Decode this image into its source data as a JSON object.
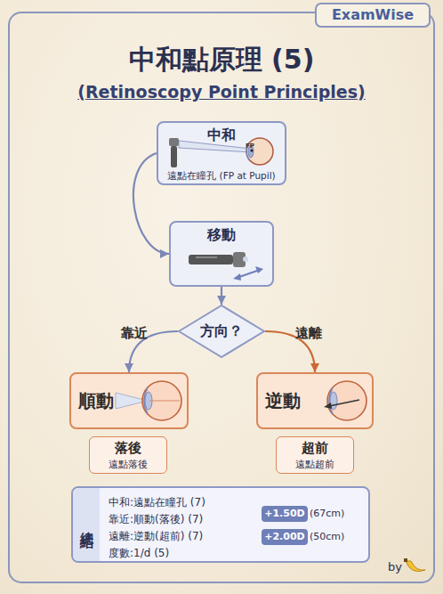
{
  "diagram": {
    "title": "中和點原理 (5)",
    "nodes": [
      {
        "text": [
          "中和",
          "遠點在瞳孔 (FP at Pupil)"
        ]
      },
      {
        "text": [
          "移動"
        ]
      },
      {
        "text": [
          "方向？"
        ]
      },
      {
        "text": [
          "順動"
        ]
      },
      {
        "text": [
          "逆動"
        ]
      },
      {
        "text": [
          "落後",
          "遠點落後"
        ]
      },
      {
        "text": [
          "超前",
          "遠點超前"
        ]
      },
      {
        "text": [
          "總結",
          "中和:遠點在瞳孔 (7)",
          "靠近:順動(落後) (7)",
          "遠離:逆動(超前) (7)",
          "度數:1/d (5)"
        ]
      },
      {
        "text": [
          "+1.50D"
        ],
        "in": 7
      },
      {
        "text": [
          "+2.00D"
        ],
        "in": 7
      }
    ],
    "edges": [
      {
        "from": 0,
        "to": 1,
        "arrow": "to"
      },
      {
        "from": 1,
        "to": 2,
        "arrow": "to"
      },
      {
        "from": 2,
        "to": 3,
        "label": "靠近",
        "arrow": "to"
      },
      {
        "from": 2,
        "to": 4,
        "label": "遠離",
        "arrow": "to"
      }
    ],
    "labels": [
      "ExamWise",
      "(Retinoscopy Point Principles)",
      "FP",
      "(67cm)",
      "(50cm)",
      "by"
    ]
  }
}
